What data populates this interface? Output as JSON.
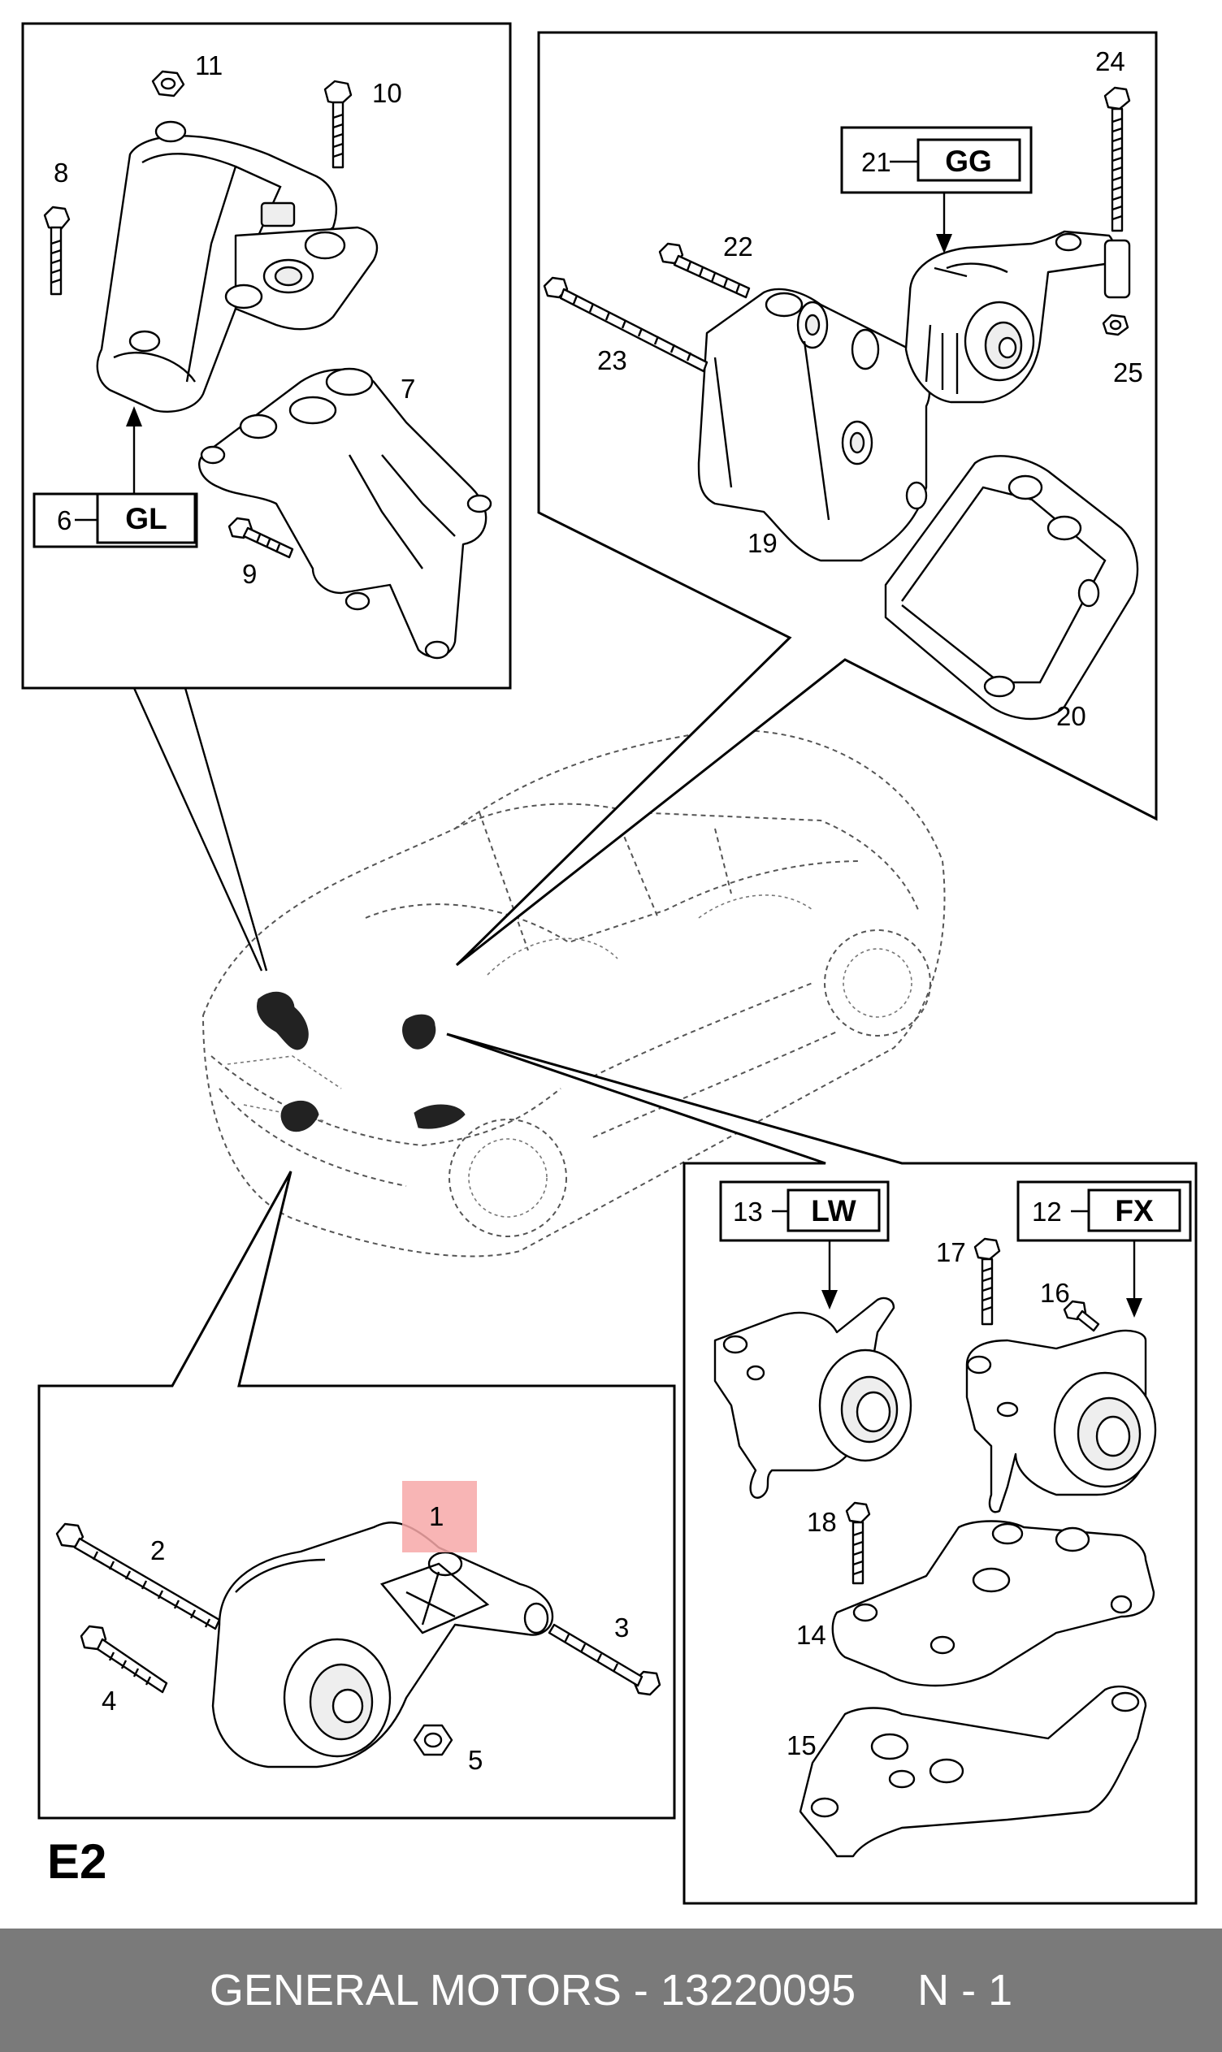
{
  "diagram_label": "E2",
  "footer": {
    "manufacturer_part": "GENERAL MOTORS - 13220095",
    "page": "N - 1"
  },
  "callouts": {
    "p1": "1",
    "p2": "2",
    "p3": "3",
    "p4": "4",
    "p5": "5",
    "p6": "6",
    "p7": "7",
    "p8": "8",
    "p9": "9",
    "p10": "10",
    "p11": "11",
    "p12": "12",
    "p13": "13",
    "p14": "14",
    "p15": "15",
    "p16": "16",
    "p17": "17",
    "p18": "18",
    "p19": "19",
    "p20": "20",
    "p21": "21",
    "p22": "22",
    "p23": "23",
    "p24": "24",
    "p25": "25"
  },
  "option_codes": {
    "gl": "GL",
    "gg": "GG",
    "lw": "LW",
    "fx": "FX"
  },
  "colors": {
    "highlight": "#f7a8a8",
    "footer_bg": "#7a7a7a",
    "footer_text": "#ffffff"
  }
}
